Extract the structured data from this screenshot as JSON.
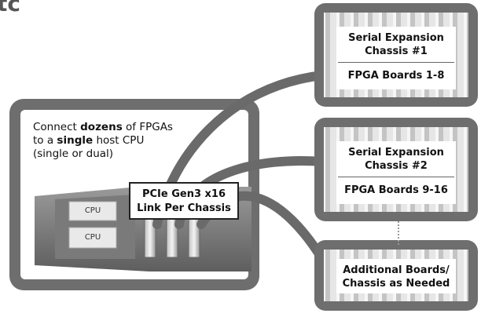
{
  "host": {
    "text_prefix": "Connect ",
    "text_bold1": "dozens",
    "text_mid": " of FPGAs to a ",
    "text_bold2": "single",
    "text_suffix": " host CPU (single or dual)",
    "cpu1_label": "CPU",
    "cpu2_label": "CPU"
  },
  "pcie": {
    "line1": "PCIe Gen3 x16",
    "line2": "Link Per Chassis"
  },
  "chassis": [
    {
      "title_line1": "Serial Expansion",
      "title_line2": "Chassis #1",
      "boards": "FPGA Boards 1-8"
    },
    {
      "title_line1": "Serial Expansion",
      "title_line2": "Chassis #2",
      "boards": "FPGA Boards 9-16"
    },
    {
      "line1": "Additional Boards/",
      "line2": "Chassis as Needed"
    }
  ],
  "partial_title": "tc",
  "colors": {
    "frame": "#6e6e6e",
    "frame_light": "#d8d8d8",
    "slot_dark": "#4a4a4a",
    "cable": "#6a6a6a"
  }
}
